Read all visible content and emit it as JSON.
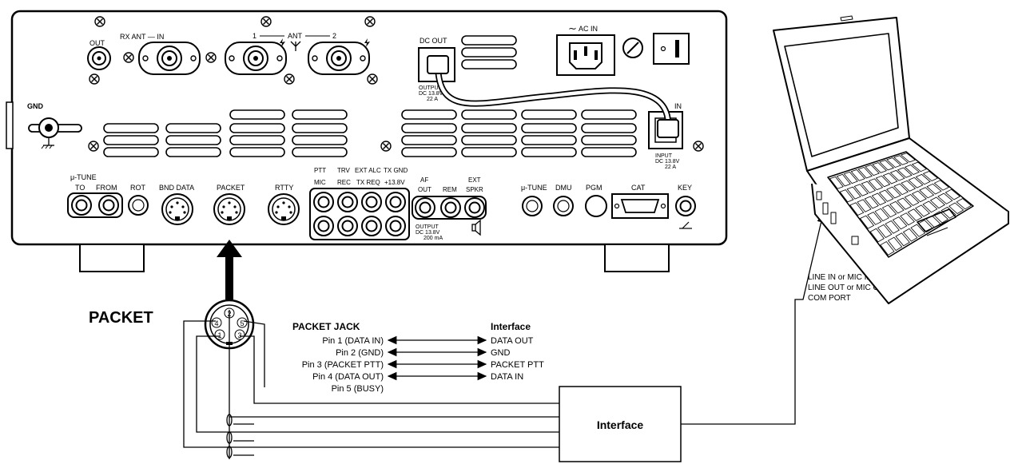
{
  "panel": {
    "rx_ant_out": "OUT",
    "rx_ant_in": "RX ANT — IN",
    "ant1": "1",
    "ant_label": "ANT",
    "ant2": "2",
    "dc_out": "DC OUT",
    "dc_out_sub1": "OUTPUT",
    "dc_out_sub2": "DC 13.8V",
    "dc_out_sub3": "22 A",
    "ac_in": "AC IN",
    "gnd": "GND",
    "dc_in": "IN",
    "dc_in_sub1": "INPUT",
    "dc_in_sub2": "DC 13.8V",
    "dc_in_sub3": "22 A",
    "mutune_left": "μ-TUNE",
    "to": "TO",
    "from": "FROM",
    "rot": "ROT",
    "bnd_data": "BND DATA",
    "packet": "PACKET",
    "rtty": "RTTY",
    "ptt": "PTT",
    "trv": "TRV",
    "ext_alc": "EXT ALC",
    "tx_gnd": "TX GND",
    "mic": "MIC",
    "rec": "REC",
    "tx_req": "TX REQ",
    "plus138": "+13.8V",
    "output1": "OUTPUT",
    "output2": "DC 13.8V",
    "output3": "200 mA",
    "af_out_1": "AF",
    "af_out_2": "OUT",
    "rem": "REM",
    "ext_spkr_1": "EXT",
    "ext_spkr_2": "SPKR",
    "mutune_right": "μ-TUNE",
    "dmu": "DMU",
    "pgm": "PGM",
    "cat": "CAT",
    "key": "KEY"
  },
  "diagram": {
    "packet_title": "PACKET",
    "pins": [
      "1",
      "2",
      "3",
      "4",
      "5"
    ],
    "jack_header": "PACKET JACK",
    "interface_header": "Interface",
    "jack_pins": [
      "Pin 1 (DATA IN)",
      "Pin 2 (GND)",
      "Pin 3 (PACKET PTT)",
      "Pin 4 (DATA OUT)",
      "Pin 5 (BUSY)"
    ],
    "interface_pins": [
      "DATA OUT",
      "GND",
      "PACKET PTT",
      "DATA IN"
    ],
    "interface_box": "Interface",
    "pc_lines": [
      "LINE IN or MIC IN",
      "LINE OUT or MIC OUT",
      "COM PORT"
    ]
  }
}
